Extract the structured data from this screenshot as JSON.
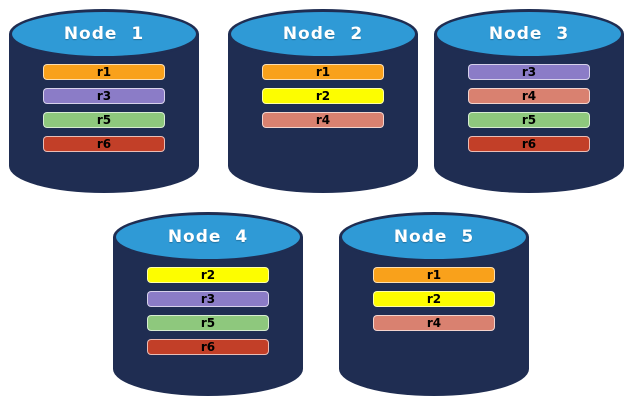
{
  "diagram": {
    "background_color": "#ffffff",
    "cylinder_body_color": "#1f2d52",
    "cylinder_top_color": "#2f9ad6",
    "title_text_color": "#ffffff",
    "bar_text_color": "#000000"
  },
  "replica_colors": {
    "r1": "#f9a11b",
    "r2": "#fdfd00",
    "r3": "#8b7cc7",
    "r4": "#d98170",
    "r5": "#8ec87d",
    "r6": "#c23f28"
  },
  "nodes": [
    {
      "label": "Node 1",
      "replicas": [
        {
          "id": "r1",
          "color": "#f9a11b"
        },
        {
          "id": "r3",
          "color": "#8b7cc7"
        },
        {
          "id": "r5",
          "color": "#8ec87d"
        },
        {
          "id": "r6",
          "color": "#c23f28"
        }
      ]
    },
    {
      "label": "Node 2",
      "replicas": [
        {
          "id": "r1",
          "color": "#f9a11b"
        },
        {
          "id": "r2",
          "color": "#fdfd00"
        },
        {
          "id": "r4",
          "color": "#d98170"
        }
      ]
    },
    {
      "label": "Node 3",
      "replicas": [
        {
          "id": "r3",
          "color": "#8b7cc7"
        },
        {
          "id": "r4",
          "color": "#d98170"
        },
        {
          "id": "r5",
          "color": "#8ec87d"
        },
        {
          "id": "r6",
          "color": "#c23f28"
        }
      ]
    },
    {
      "label": "Node 4",
      "replicas": [
        {
          "id": "r2",
          "color": "#fdfd00"
        },
        {
          "id": "r3",
          "color": "#8b7cc7"
        },
        {
          "id": "r5",
          "color": "#8ec87d"
        },
        {
          "id": "r6",
          "color": "#c23f28"
        }
      ]
    },
    {
      "label": "Node 5",
      "replicas": [
        {
          "id": "r1",
          "color": "#f9a11b"
        },
        {
          "id": "r2",
          "color": "#fdfd00"
        },
        {
          "id": "r4",
          "color": "#d98170"
        }
      ]
    }
  ]
}
